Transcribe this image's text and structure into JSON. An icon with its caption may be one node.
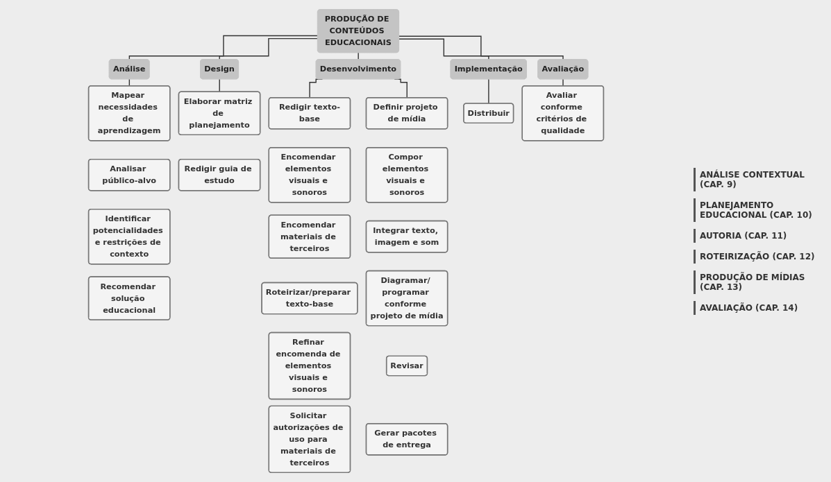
{
  "diagram": {
    "nodes": [
      {
        "text": [
          "PRODUÇÃO DE CONTEÚDOS EDUCACIONAIS"
        ]
      },
      {
        "text": [
          "Análise"
        ]
      },
      {
        "text": [
          "Design"
        ]
      },
      {
        "text": [
          "Desenvolvimento"
        ]
      },
      {
        "text": [
          "Implementação"
        ]
      },
      {
        "text": [
          "Avaliação"
        ]
      },
      {
        "text": [
          "Mapear necessidades de aprendizagem"
        ]
      },
      {
        "text": [
          "Analisar público-alvo"
        ]
      },
      {
        "text": [
          "Identificar potencialidades e restrições de contexto"
        ]
      },
      {
        "text": [
          "Recomendar solução educacional"
        ]
      },
      {
        "text": [
          "Elaborar matriz de planejamento"
        ]
      },
      {
        "text": [
          "Redigir guia de estudo"
        ]
      },
      {
        "text": [
          "Redigir texto-base"
        ]
      },
      {
        "text": [
          "Encomendar elementos visuais e sonoros"
        ]
      },
      {
        "text": [
          "Encomendar materiais de terceiros"
        ]
      },
      {
        "text": [
          "Roteirizar/preparar texto-base"
        ]
      },
      {
        "text": [
          "Refinar encomenda de elementos visuais e sonoros"
        ]
      },
      {
        "text": [
          "Solicitar autorizações de uso para materiais de terceiros"
        ]
      },
      {
        "text": [
          "Definir projeto de mídia"
        ]
      },
      {
        "text": [
          "Compor elementos visuais e sonoros"
        ]
      },
      {
        "text": [
          "Integrar texto, imagem e som"
        ]
      },
      {
        "text": [
          "Diagramar/ programar conforme projeto de mídia"
        ]
      },
      {
        "text": [
          "Revisar"
        ]
      },
      {
        "text": [
          "Gerar pacotes de entrega"
        ]
      },
      {
        "text": [
          "Distribuir"
        ]
      },
      {
        "text": [
          "Avaliar conforme critérios de qualidade"
        ]
      }
    ],
    "edges": [
      {
        "from": 0,
        "to": 1,
        "arrow": "none"
      },
      {
        "from": 0,
        "to": 2,
        "arrow": "none"
      },
      {
        "from": 0,
        "to": 3,
        "arrow": "none"
      },
      {
        "from": 0,
        "to": 4,
        "arrow": "none"
      },
      {
        "from": 0,
        "to": 5,
        "arrow": "none"
      },
      {
        "from": 1,
        "to": 6,
        "arrow": "none"
      },
      {
        "from": 2,
        "to": 10,
        "arrow": "none"
      },
      {
        "from": 3,
        "to": 12,
        "arrow": "none"
      },
      {
        "from": 3,
        "to": 18,
        "arrow": "none"
      },
      {
        "from": 4,
        "to": 24,
        "arrow": "none"
      },
      {
        "from": 5,
        "to": 25,
        "arrow": "none"
      }
    ],
    "labels": [
      "ANÁLISE CONTEXTUAL (CAP. 9)",
      "PLANEJAMENTO EDUCACIONAL (CAP. 10)",
      "AUTORIA (CAP. 11)",
      "ROTEIRIZAÇÃO (CAP. 12)",
      "PRODUÇÃO DE MÍDIAS (CAP. 13)",
      "AVALIAÇÃO (CAP. 14)"
    ]
  }
}
